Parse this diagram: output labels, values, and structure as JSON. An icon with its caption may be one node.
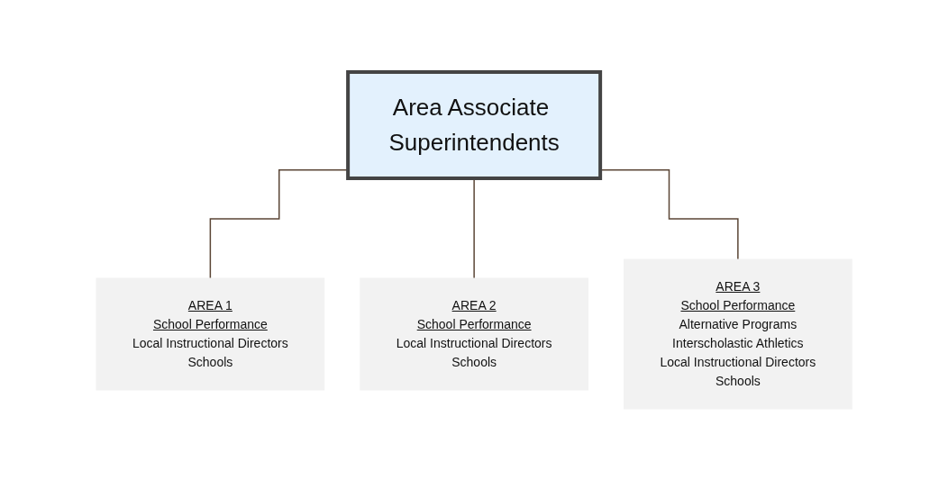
{
  "diagram": {
    "nodes": [
      {
        "text": [
          "Area Associate Superintendents"
        ]
      },
      {
        "text": [
          "AREA 1",
          "School Performance",
          "Local Instructional Directors",
          "Schools"
        ]
      },
      {
        "text": [
          "AREA 2",
          "School Performance",
          "Local Instructional Directors",
          "Schools"
        ]
      },
      {
        "text": [
          "AREA 3",
          "School Performance",
          "Alternative Programs",
          "Interscholastic Athletics",
          "Local Instructional Directors",
          "Schools"
        ]
      }
    ],
    "edges": [
      {
        "from": 0,
        "to": 1,
        "arrow": "none"
      },
      {
        "from": 0,
        "to": 2,
        "arrow": "none"
      },
      {
        "from": 0,
        "to": 3,
        "arrow": "none"
      }
    ]
  }
}
